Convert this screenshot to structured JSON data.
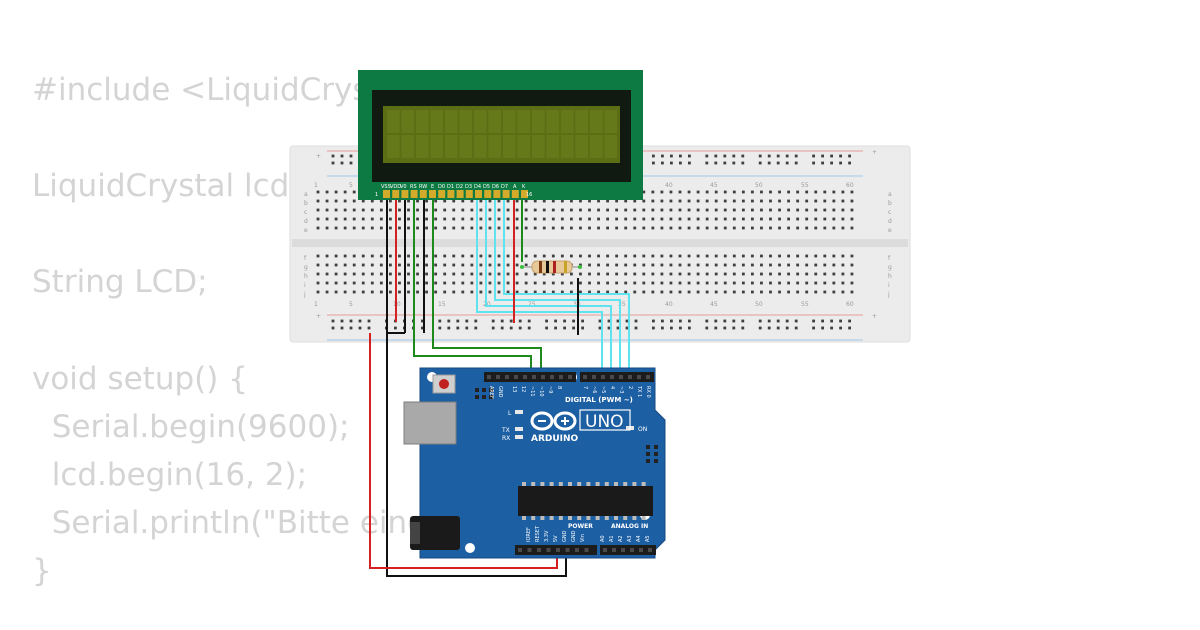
{
  "code_lines": [
    "#include <LiquidCryst",
    "",
    "LiquidCrystal lcd(",
    "",
    "String LCD;",
    "",
    "void setup() {",
    "  Serial.begin(9600);",
    "  lcd.begin(16, 2);",
    "  Serial.println(\"Bitte eing",
    "}"
  ],
  "breadboard": {
    "column_numbers": [
      "1",
      "5",
      "10",
      "15",
      "20",
      "25",
      "30",
      "35",
      "40",
      "45",
      "50",
      "55",
      "60"
    ],
    "rows_top": [
      "a",
      "b",
      "c",
      "d",
      "e"
    ],
    "rows_bottom": [
      "f",
      "g",
      "h",
      "i",
      "j"
    ],
    "rail_plus": "+",
    "rail_minus": "−"
  },
  "lcd": {
    "pins": [
      "VSS",
      "VDD",
      "V0",
      "RS",
      "RW",
      "E",
      "D0",
      "D1",
      "D2",
      "D3",
      "D4",
      "D5",
      "D6",
      "D7",
      "A",
      "K"
    ],
    "pin_start": "1",
    "pin_end": "16"
  },
  "arduino": {
    "logo_text": "ARDUINO",
    "model": "UNO",
    "digital_label": "DIGITAL (PWM ~)",
    "power_label": "POWER",
    "analog_label": "ANALOG IN",
    "on_label": "ON",
    "led_l": "L",
    "led_tx": "TX",
    "led_rx": "RX",
    "header_top": [
      "AREF",
      "GND",
      "13",
      "12",
      "~11",
      "~10",
      "~9",
      "8",
      "7",
      "~6",
      "~5",
      "4",
      "~3",
      "2",
      "TX 1",
      "RX 0"
    ],
    "header_power": [
      "IOREF",
      "RESET",
      "3.3V",
      "5V",
      "GND",
      "GND",
      "Vin"
    ],
    "header_analog": [
      "A0",
      "A1",
      "A2",
      "A3",
      "A4",
      "A5"
    ]
  },
  "colors": {
    "wire_red": "#d42020",
    "wire_black": "#111111",
    "wire_green": "#1e8a1e",
    "wire_cyan": "#5fe3ee",
    "arduino_board": "#1d5fa3",
    "lcd_pcb": "#0e7a43",
    "lcd_screen": "#5c6e14"
  }
}
